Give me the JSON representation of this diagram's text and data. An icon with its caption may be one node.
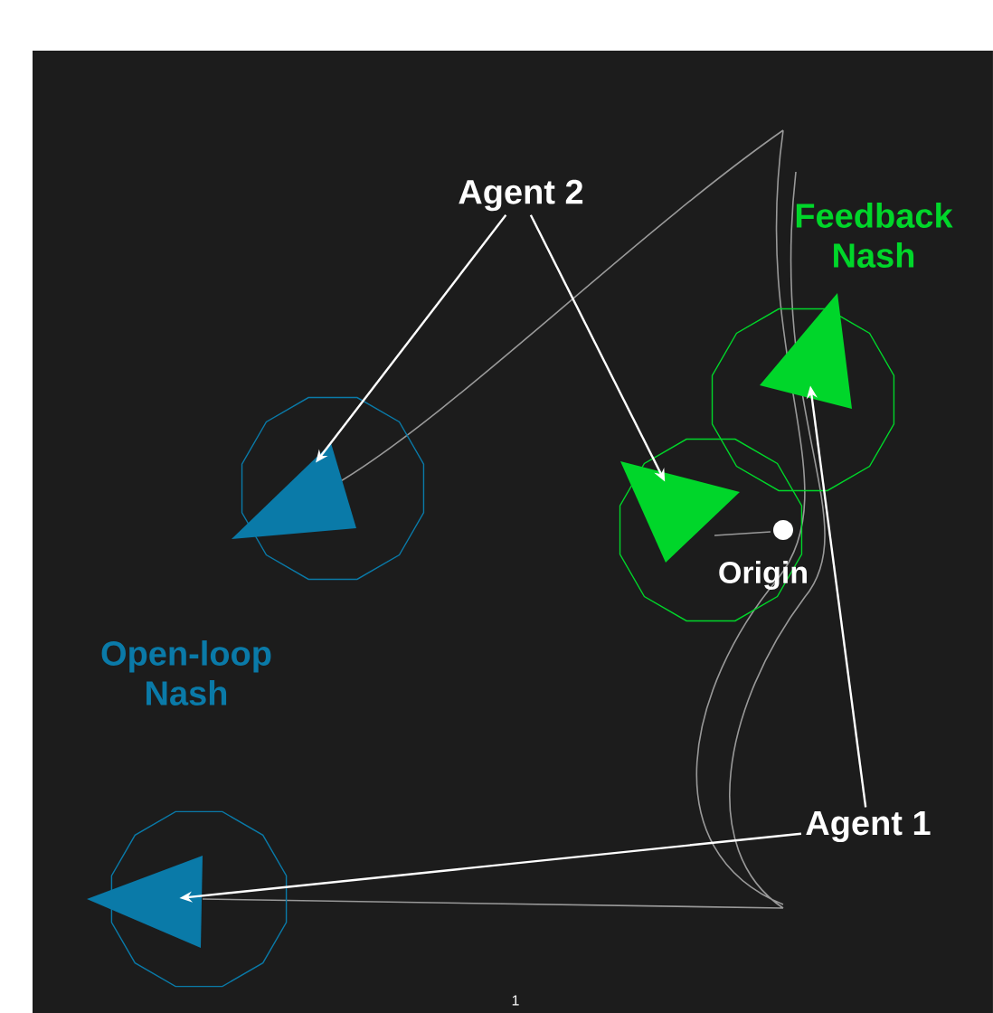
{
  "diagram": {
    "nodes": [
      {
        "text": [
          "Agent 2"
        ]
      },
      {
        "text": [
          "Agent 1"
        ]
      },
      {
        "text": [],
        "shape": "triangle"
      },
      {
        "text": [],
        "shape": "triangle"
      },
      {
        "text": [],
        "shape": "triangle"
      },
      {
        "text": [],
        "shape": "triangle"
      }
    ],
    "edges": [
      {
        "from": 0,
        "to": 2,
        "arrow": "to"
      },
      {
        "from": 0,
        "to": 4,
        "arrow": "to"
      },
      {
        "from": 1,
        "to": 5,
        "arrow": "to"
      },
      {
        "from": 1,
        "to": 3,
        "arrow": "to"
      }
    ],
    "labels": [
      "Feedback Nash",
      "Open-loop Nash",
      "Origin",
      "1"
    ]
  }
}
